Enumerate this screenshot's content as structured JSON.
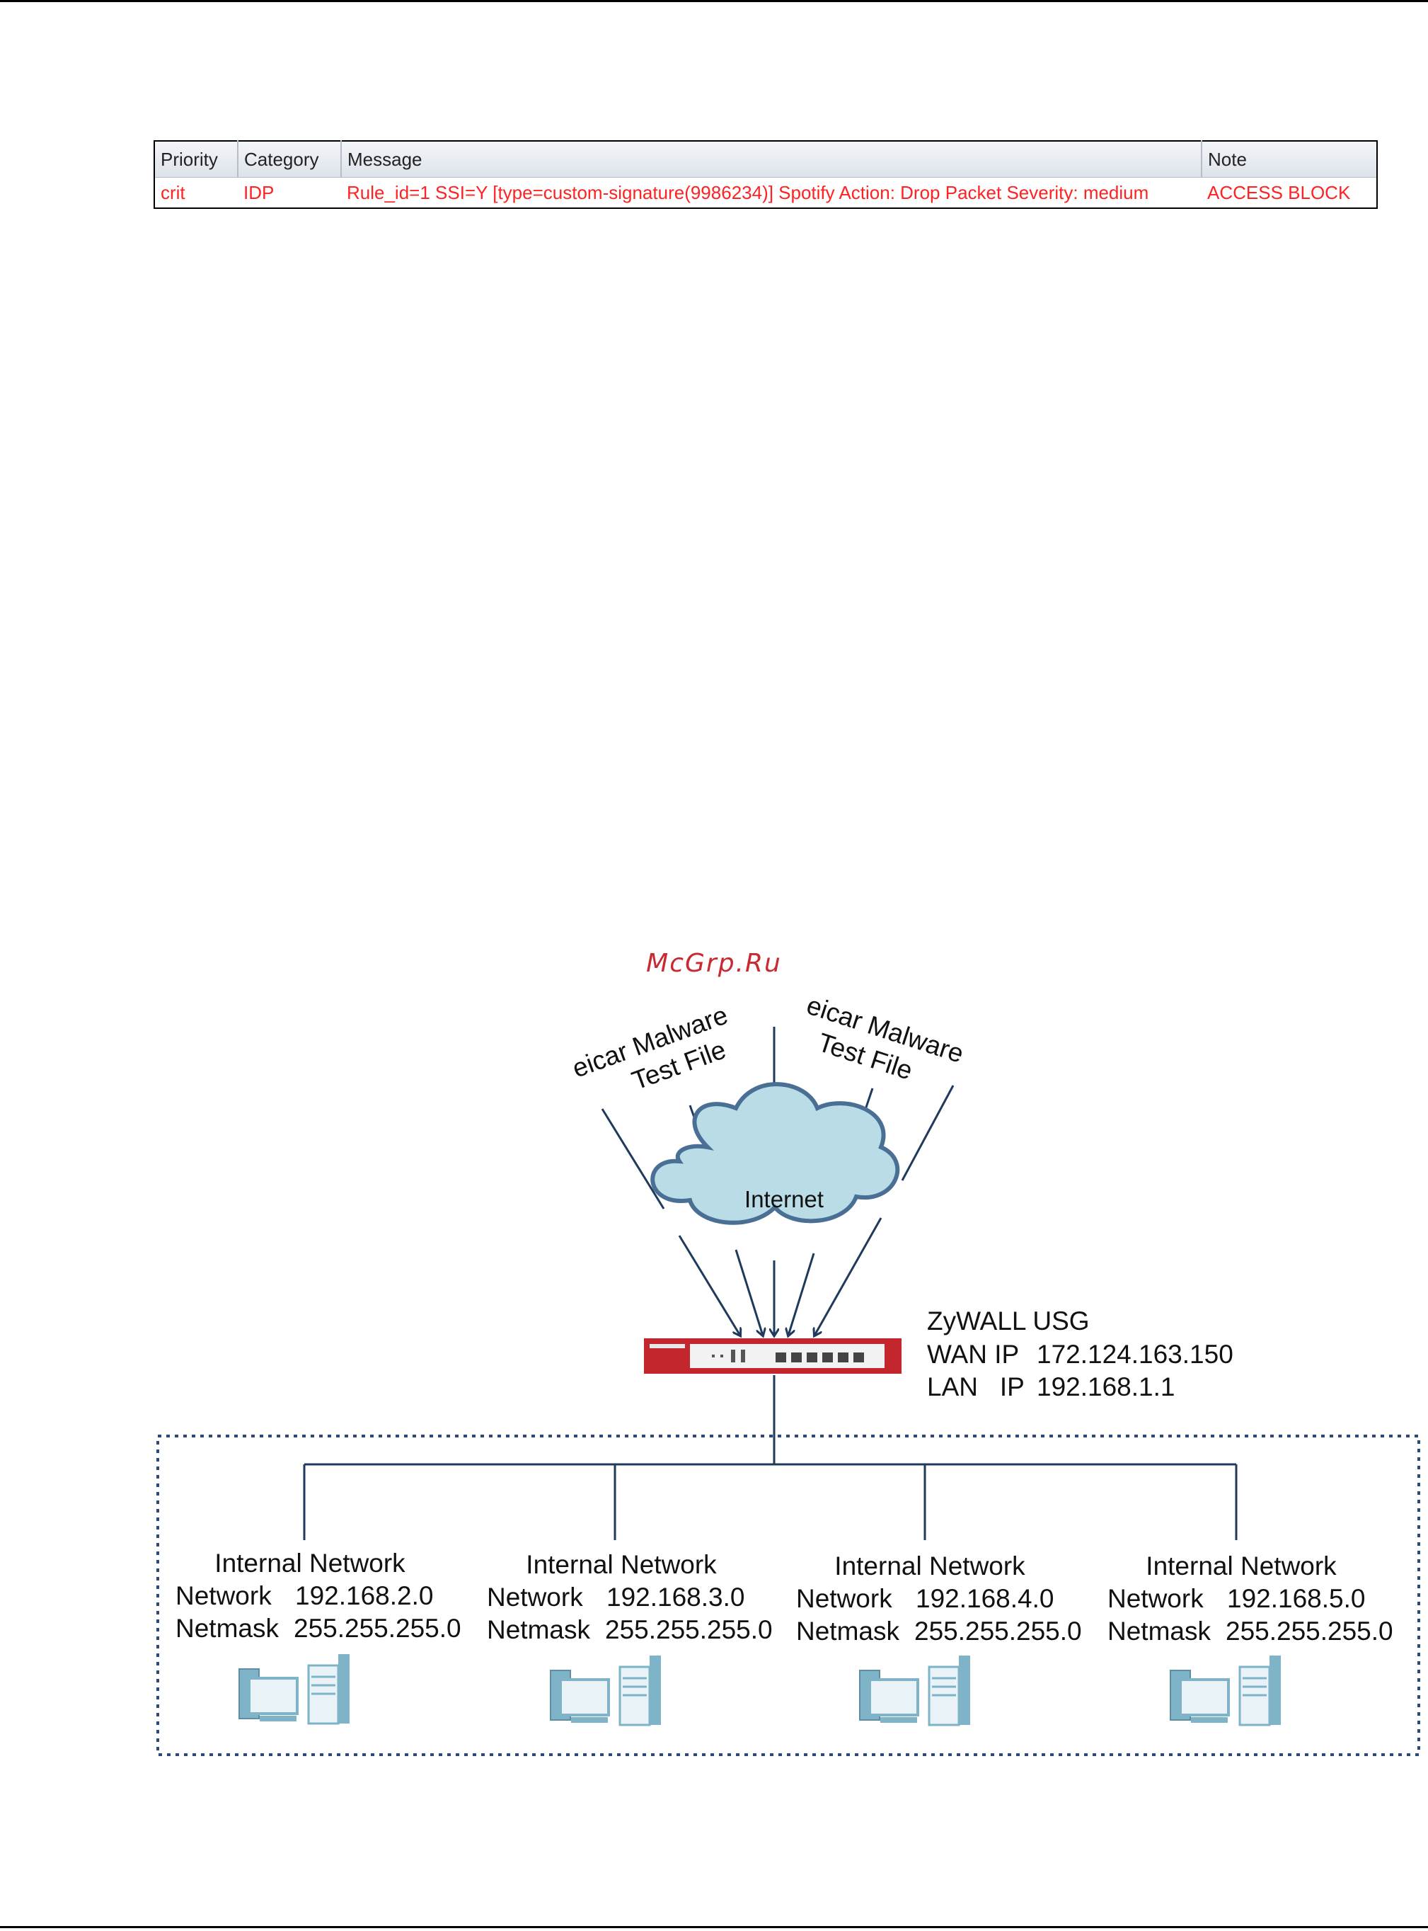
{
  "log_table": {
    "headers": [
      "Priority",
      "Category",
      "Message",
      "Note"
    ],
    "rows": [
      [
        "crit",
        "IDP",
        "Rule_id=1 SSI=Y [type=custom-signature(9986234)] Spotify Action: Drop Packet Severity: medium",
        "ACCESS BLOCK"
      ]
    ]
  },
  "watermark": "McGrp.Ru",
  "diagram": {
    "malware_left_line1": "eicar Malware",
    "malware_left_line2": "Test File",
    "malware_right_line1": "eicar Malware",
    "malware_right_line2": "Test File",
    "cloud_label": "Internet",
    "device": {
      "name": "ZyWALL USG",
      "wan_label": "WAN IP",
      "wan_ip": "172.124.163.150",
      "lan_label": "LAN   IP",
      "lan_ip": "192.168.1.1"
    },
    "networks": [
      {
        "title": "Internal Network",
        "network_label": "Network",
        "network": "192.168.2.0",
        "netmask_label": "Netmask",
        "netmask": "255.255.255.0"
      },
      {
        "title": "Internal Network",
        "network_label": "Network",
        "network": "192.168.3.0",
        "netmask_label": "Netmask",
        "netmask": "255.255.255.0"
      },
      {
        "title": "Internal Network",
        "network_label": "Network",
        "network": "192.168.4.0",
        "netmask_label": "Netmask",
        "netmask": "255.255.255.0"
      },
      {
        "title": "Internal Network",
        "network_label": "Network",
        "network": "192.168.5.0",
        "netmask_label": "Netmask",
        "netmask": "255.255.255.0"
      }
    ],
    "colors": {
      "line": "#1f3a5c",
      "cloud_fill": "#b9dce6",
      "cloud_stroke": "#4a6f95",
      "device": "#c4262e",
      "dotted_border": "#2a4a78",
      "computer": "#7fb3c8"
    }
  }
}
